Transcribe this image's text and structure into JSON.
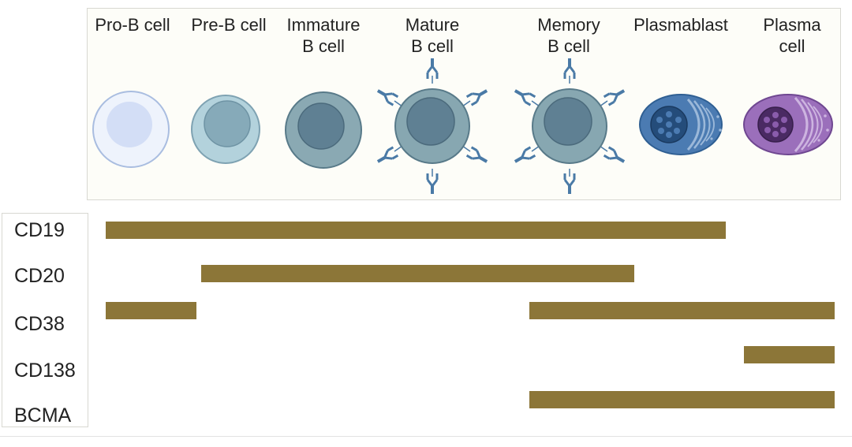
{
  "stages": [
    {
      "name": "Pro-B cell",
      "cell": "pro-b-cell-icon"
    },
    {
      "name": "Pre-B cell",
      "cell": "pre-b-cell-icon"
    },
    {
      "name": "Immature\nB cell",
      "cell": "immature-b-cell-icon"
    },
    {
      "name": "Mature\nB cell",
      "cell": "mature-b-cell-icon"
    },
    {
      "name": "Memory\nB cell",
      "cell": "memory-b-cell-icon"
    },
    {
      "name": "Plasmablast",
      "cell": "plasmablast-icon"
    },
    {
      "name": "Plasma\ncell",
      "cell": "plasma-cell-icon"
    }
  ],
  "markers": [
    {
      "name": "CD19",
      "segments": [
        {
          "from": "Pro-B cell",
          "to": "Plasmablast"
        }
      ]
    },
    {
      "name": "CD20",
      "segments": [
        {
          "from": "Pre-B cell",
          "to": "Memory B cell"
        }
      ]
    },
    {
      "name": "CD38",
      "segments": [
        {
          "from": "Pro-B cell",
          "to": "Pro-B cell"
        },
        {
          "from": "Memory B cell",
          "to": "Plasma cell"
        }
      ]
    },
    {
      "name": "CD138",
      "segments": [
        {
          "from": "Plasma cell",
          "to": "Plasma cell"
        }
      ]
    },
    {
      "name": "BCMA",
      "segments": [
        {
          "from": "Memory B cell",
          "to": "Plasma cell"
        }
      ]
    }
  ],
  "colors": {
    "bar": "#8c7638",
    "antibody": "#4a7aa6"
  }
}
